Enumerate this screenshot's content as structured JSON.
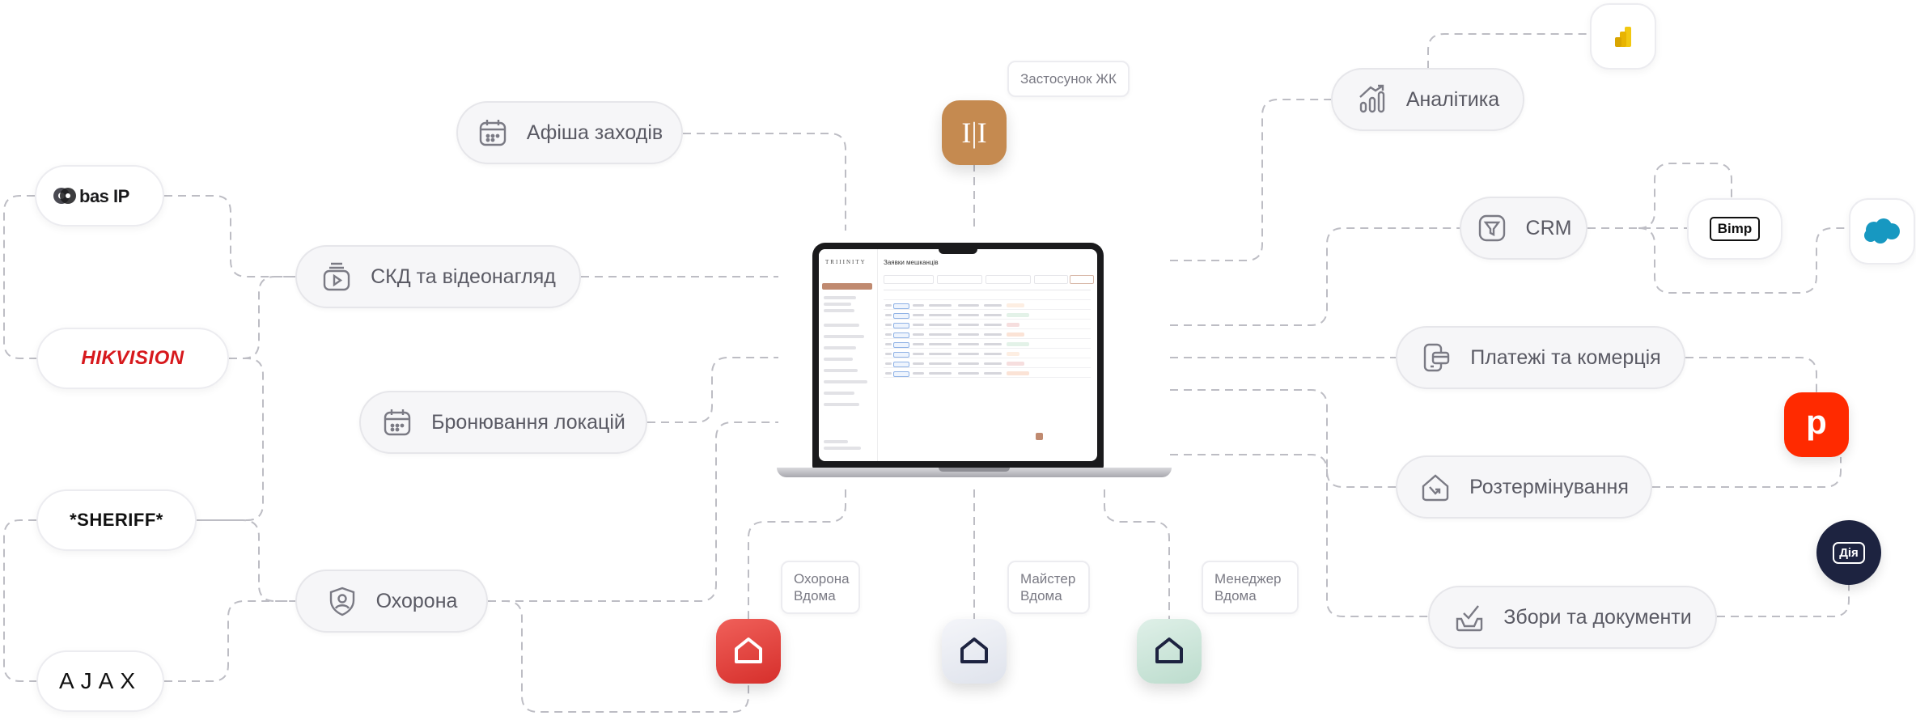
{
  "hub": {
    "window_title": "Заявки мешканців",
    "brand": "TRIIINITY"
  },
  "features": {
    "afisha": "Афіша заходів",
    "skd": "СКД та відеонагляд",
    "booking": "Бронювання локацій",
    "security": "Охорона",
    "analytics": "Аналітика",
    "crm": "CRM",
    "payments": "Платежі та комерція",
    "rozterm": "Розтермінування",
    "documents": "Збори та документи"
  },
  "partners": {
    "basip": "bas IP",
    "hikvision": "HIKVISION",
    "sheriff": "*SHERIFF*",
    "ajax": "AJAX",
    "bimp": "Bimp",
    "diia": "Дія",
    "payment_letter": "p"
  },
  "apps": {
    "zhk_label": "Застосунок ЖК",
    "zhk_logo": "I|I",
    "okhorona_label": [
      "Охорона",
      "Вдома"
    ],
    "maister_label": [
      "Майстер",
      "Вдома"
    ],
    "menedzher_label": [
      "Менеджер",
      "Вдома"
    ]
  },
  "colors": {
    "zhk_brand": "#c58a50",
    "okhorona_red": "#e0403d",
    "maister_gray": "#e8ebf2",
    "menedzher_green": "#cfe6dc",
    "payment_red": "#ff2a00",
    "diia_navy": "#1d2340",
    "powerbi_yellow": "#f2c811",
    "salesforce_blue": "#1798c1",
    "wire": "#bdbdc4"
  }
}
